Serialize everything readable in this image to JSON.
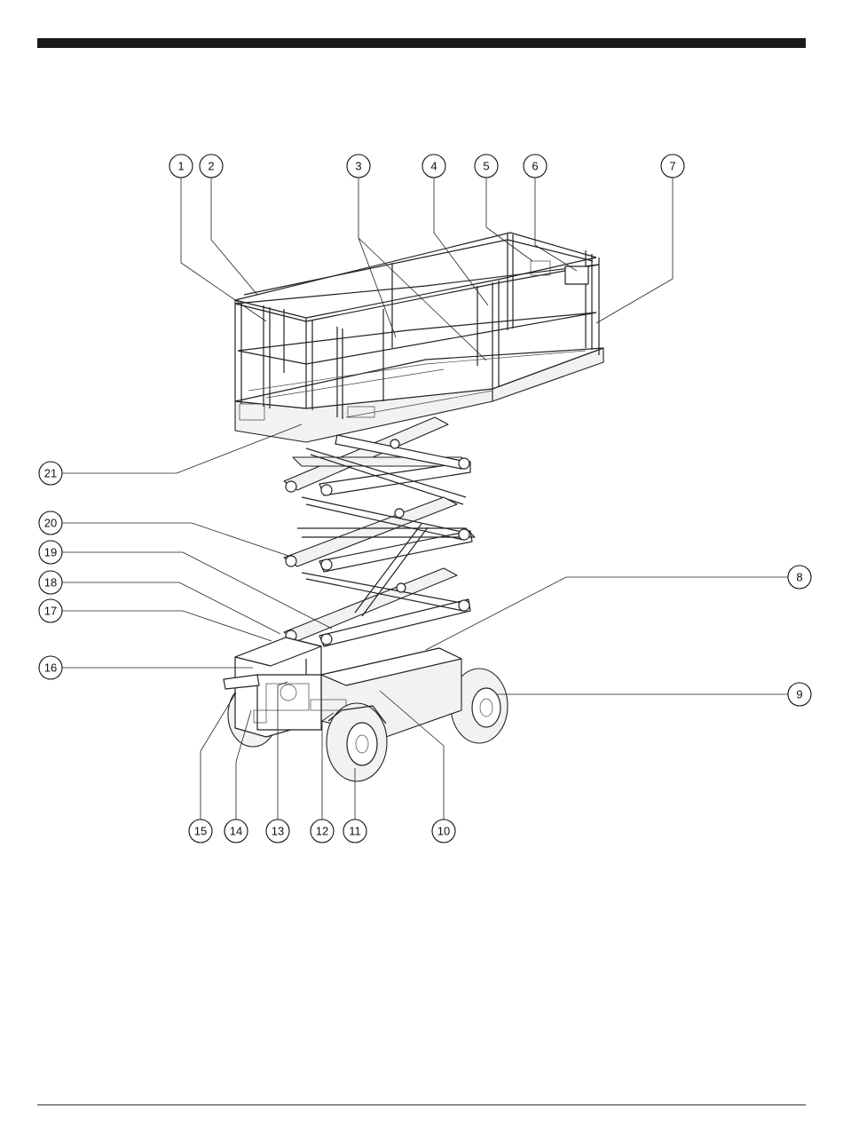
{
  "callouts": [
    {
      "num": "1"
    },
    {
      "num": "2"
    },
    {
      "num": "3"
    },
    {
      "num": "4"
    },
    {
      "num": "5"
    },
    {
      "num": "6"
    },
    {
      "num": "7"
    },
    {
      "num": "8"
    },
    {
      "num": "9"
    },
    {
      "num": "10"
    },
    {
      "num": "11"
    },
    {
      "num": "12"
    },
    {
      "num": "13"
    },
    {
      "num": "14"
    },
    {
      "num": "15"
    },
    {
      "num": "16"
    },
    {
      "num": "17"
    },
    {
      "num": "18"
    },
    {
      "num": "19"
    },
    {
      "num": "20"
    },
    {
      "num": "21"
    }
  ]
}
